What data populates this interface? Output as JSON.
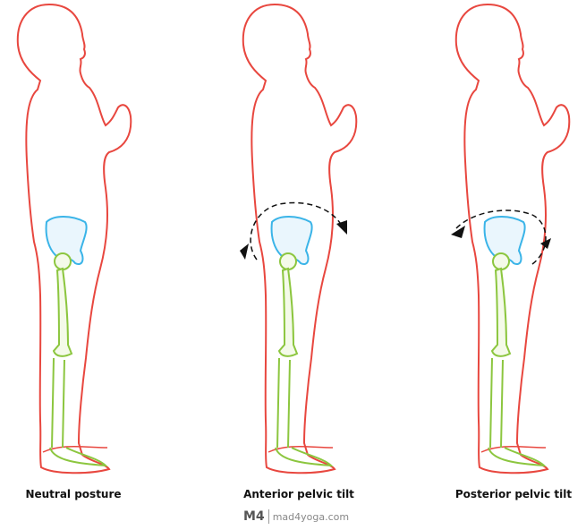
{
  "labels": [
    "Neutral posture",
    "Anterior pelvic tilt",
    "Posterior pelvic tilt"
  ],
  "logo": {
    "mark": "M4",
    "text": "mad4yoga.com"
  },
  "colors": {
    "body_outline": "#e8473f",
    "pelvis": "#3ab4e8",
    "leg_bones": "#8cc63f",
    "arrow": "#111111"
  }
}
